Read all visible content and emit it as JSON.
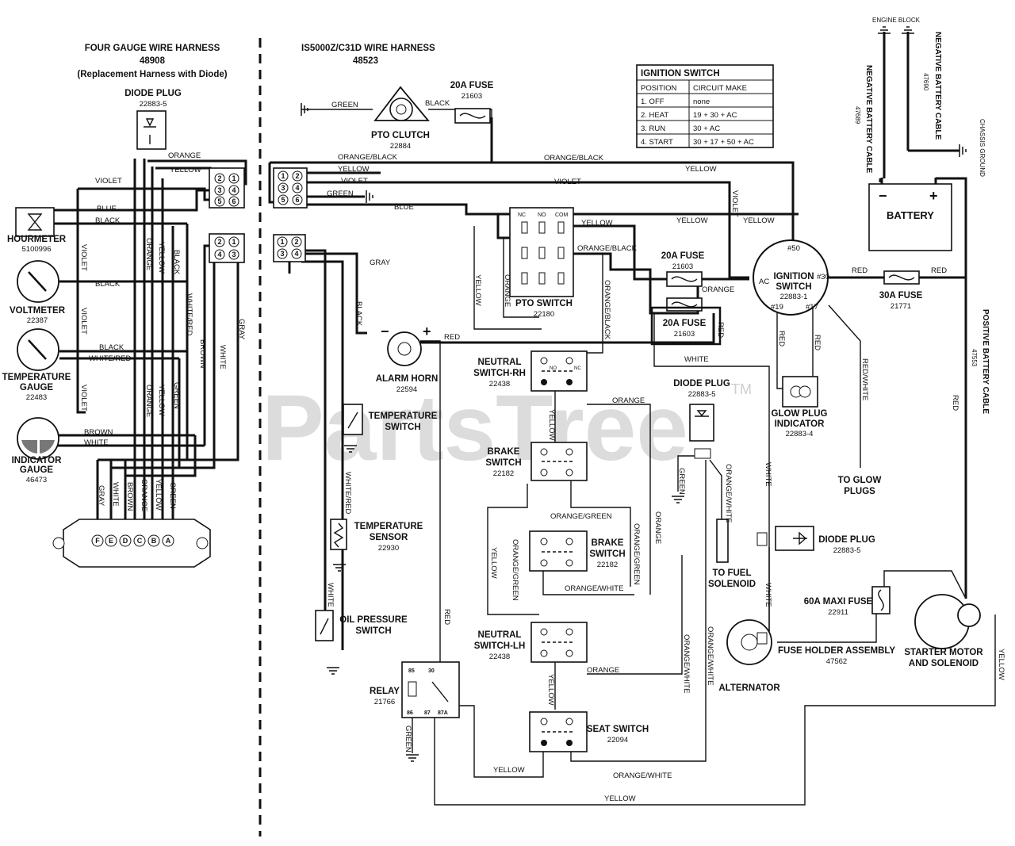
{
  "harness_left": {
    "title": "FOUR GAUGE WIRE HARNESS",
    "part": "48908",
    "note": "(Replacement Harness with Diode)"
  },
  "harness_main": {
    "title": "IS5000Z/C31D  WIRE HARNESS",
    "part": "48523"
  },
  "ignition_table": {
    "title": "IGNITION SWITCH",
    "headers": [
      "POSITION",
      "CIRCUIT MAKE"
    ],
    "rows": [
      [
        "1. OFF",
        "none"
      ],
      [
        "2. HEAT",
        "19 + 30 + AC"
      ],
      [
        "3. RUN",
        "30 + AC"
      ],
      [
        "4. START",
        "30 + 17 + 50 + AC"
      ]
    ]
  },
  "watermark": "PartsTree",
  "watermark_tm": "TM",
  "components": {
    "diode_plug_top": {
      "name": "DIODE PLUG",
      "part": "22883-5"
    },
    "hourmeter": {
      "name": "HOURMETER",
      "part": "5100996"
    },
    "voltmeter": {
      "name": "VOLTMETER",
      "part": "22387"
    },
    "temperature_gauge": {
      "name1": "TEMPERATURE",
      "name2": "GAUGE",
      "part": "22483"
    },
    "indicator_gauge": {
      "name1": "INDICATOR",
      "name2": "GAUGE",
      "part": "46473"
    },
    "pto_clutch": {
      "name": "PTO CLUTCH",
      "part": "22884"
    },
    "fuse_top": {
      "name": "20A FUSE",
      "part": "21603"
    },
    "pto_switch": {
      "name": "PTO SWITCH",
      "part": "22180",
      "pins": [
        "NC",
        "NO",
        "COM"
      ]
    },
    "fuse_mid": {
      "name": "20A FUSE",
      "part": "21603"
    },
    "fuse_low": {
      "name": "20A FUSE",
      "part": "21603"
    },
    "ignition_switch": {
      "name1": "IGNITION",
      "name2": "SWITCH",
      "part": "22883-1",
      "t50": "#50",
      "t30": "#30",
      "tac": "AC",
      "t19": "#19",
      "t17": "#17"
    },
    "fuse_30a": {
      "name": "30A FUSE",
      "part": "21771"
    },
    "battery": {
      "name": "BATTERY",
      "neg": "−",
      "pos": "+"
    },
    "engine_block": "ENGINE BLOCK",
    "chassis_ground": "CHASSIS GROUND",
    "neg_cable_1": {
      "name": "NEGATIVE BATTERY CABLE",
      "part": "47690"
    },
    "neg_cable_2": {
      "name": "NEGATIVE BATTERY CABLE",
      "part": "47689"
    },
    "pos_cable": {
      "name": "POSITIVE BATTERY CABLE",
      "part": "47553"
    },
    "alarm_horn": {
      "name": "ALARM HORN",
      "part": "22594",
      "minus": "−",
      "plus": "+"
    },
    "temp_switch": {
      "name1": "TEMPERATURE",
      "name2": "SWITCH"
    },
    "temp_sensor": {
      "name1": "TEMPERATURE",
      "name2": "SENSOR",
      "part": "22930"
    },
    "oil_switch": {
      "name1": "OIL PRESSURE",
      "name2": "SWITCH"
    },
    "neutral_rh": {
      "name1": "NEUTRAL",
      "name2": "SWITCH-RH",
      "part": "22438"
    },
    "brake_switch_1": {
      "name1": "BRAKE",
      "name2": "SWITCH",
      "part": "22182"
    },
    "brake_switch_2": {
      "name1": "BRAKE",
      "name2": "SWITCH",
      "part": "22182"
    },
    "neutral_lh": {
      "name1": "NEUTRAL",
      "name2": "SWITCH-LH",
      "part": "22438"
    },
    "seat_switch": {
      "name": "SEAT SWITCH",
      "part": "22094"
    },
    "relay": {
      "name": "RELAY",
      "part": "21766",
      "p85": "85",
      "p30": "30",
      "p86": "86",
      "p87": "87",
      "p87a": "87A"
    },
    "diode_plug_mid": {
      "name": "DIODE PLUG",
      "part": "22883-5"
    },
    "diode_plug_right": {
      "name": "DIODE PLUG",
      "part": "22883-5"
    },
    "glow_indicator": {
      "name1": "GLOW PLUG",
      "name2": "INDICATOR",
      "part": "22883-4"
    },
    "to_glow": {
      "line1": "TO GLOW",
      "line2": "PLUGS"
    },
    "to_fuel": {
      "line1": "TO FUEL",
      "line2": "SOLENOID"
    },
    "maxi_fuse": {
      "name": "60A MAXI FUSE",
      "part": "22911"
    },
    "fuse_holder": {
      "name": "FUSE HOLDER ASSEMBLY",
      "part": "47562"
    },
    "alternator": {
      "name": "ALTERNATOR"
    },
    "starter": {
      "name1": "STARTER MOTOR",
      "name2": "AND SOLENOID"
    },
    "switch_nc": "NC",
    "switch_no": "NO",
    "connector_pins": [
      "F",
      "E",
      "D",
      "C",
      "B",
      "A"
    ],
    "pin_numbers": [
      "1",
      "2",
      "3",
      "4",
      "5",
      "6"
    ]
  },
  "wire_colors": {
    "orange": "ORANGE",
    "yellow": "YELLOW",
    "violet": "VIOLET",
    "blue": "BLUE",
    "black": "BLACK",
    "white": "WHITE",
    "white_red": "WHITE/RED",
    "brown": "BROWN",
    "gray": "GRAY",
    "green": "GREEN",
    "orange_black": "ORANGE/BLACK",
    "red": "RED",
    "red_white": "RED/WHITE",
    "orange_green": "ORANGE/GREEN",
    "orange_white": "ORANGE/WHITE"
  }
}
